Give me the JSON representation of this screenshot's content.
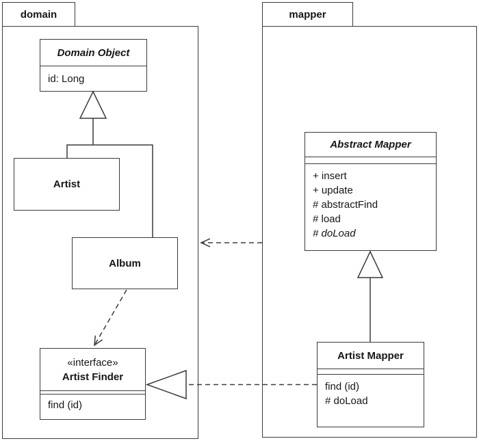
{
  "packages": {
    "domain": {
      "label": "domain"
    },
    "mapper": {
      "label": "mapper"
    }
  },
  "classes": {
    "domain_object": {
      "name": "Domain Object",
      "abstract": true,
      "attributes": [
        "id: Long"
      ]
    },
    "artist": {
      "name": "Artist"
    },
    "album": {
      "name": "Album"
    },
    "artist_finder": {
      "stereotype": "«interface»",
      "name": "Artist Finder",
      "operations": [
        "find (id)"
      ]
    },
    "abstract_mapper": {
      "name": "Abstract Mapper",
      "abstract": true,
      "operations": [
        "+ insert",
        "+ update",
        "# abstractFind",
        "# load",
        "# doLoad"
      ],
      "abstract_operations": [
        "# doLoad"
      ]
    },
    "artist_mapper": {
      "name": "Artist Mapper",
      "operations": [
        "find (id)",
        "# doLoad"
      ]
    }
  },
  "relationships": [
    {
      "type": "generalization",
      "from": "Artist",
      "to": "Domain Object"
    },
    {
      "type": "generalization",
      "from": "Album",
      "to": "Domain Object"
    },
    {
      "type": "dependency",
      "from": "Album",
      "to": "Artist Finder"
    },
    {
      "type": "dependency",
      "from": "mapper",
      "to": "domain"
    },
    {
      "type": "generalization",
      "from": "Artist Mapper",
      "to": "Abstract Mapper"
    },
    {
      "type": "realization",
      "from": "Artist Mapper",
      "to": "Artist Finder"
    }
  ],
  "colors": {
    "line": "#3a3a3a",
    "text": "#161616",
    "background": "#ffffff"
  }
}
